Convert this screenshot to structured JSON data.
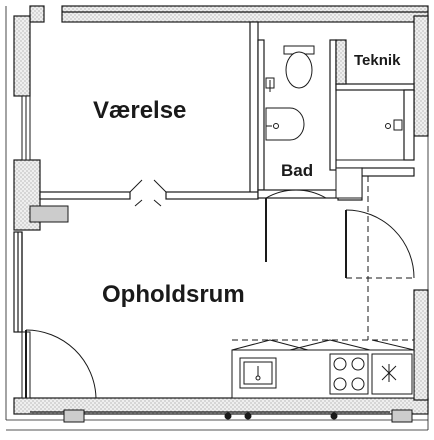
{
  "rooms": {
    "vaerelse": "Værelse",
    "opholdsrum": "Opholdsrum",
    "bad": "Bad",
    "teknik": "Teknik"
  },
  "fixtures": {
    "toilet": "toilet-icon",
    "bathroom_sink": "washbasin-icon",
    "shower_tap": "shower-tap-icon",
    "kitchen_sink": "kitchen-sink-icon",
    "stove": "stove-icon",
    "fridge": "fridge-icon"
  },
  "colors": {
    "wall": "#1a1a1a",
    "wall_fill": "#ffffff",
    "insulation": "#e6e6e6",
    "column": "#cccccc"
  }
}
